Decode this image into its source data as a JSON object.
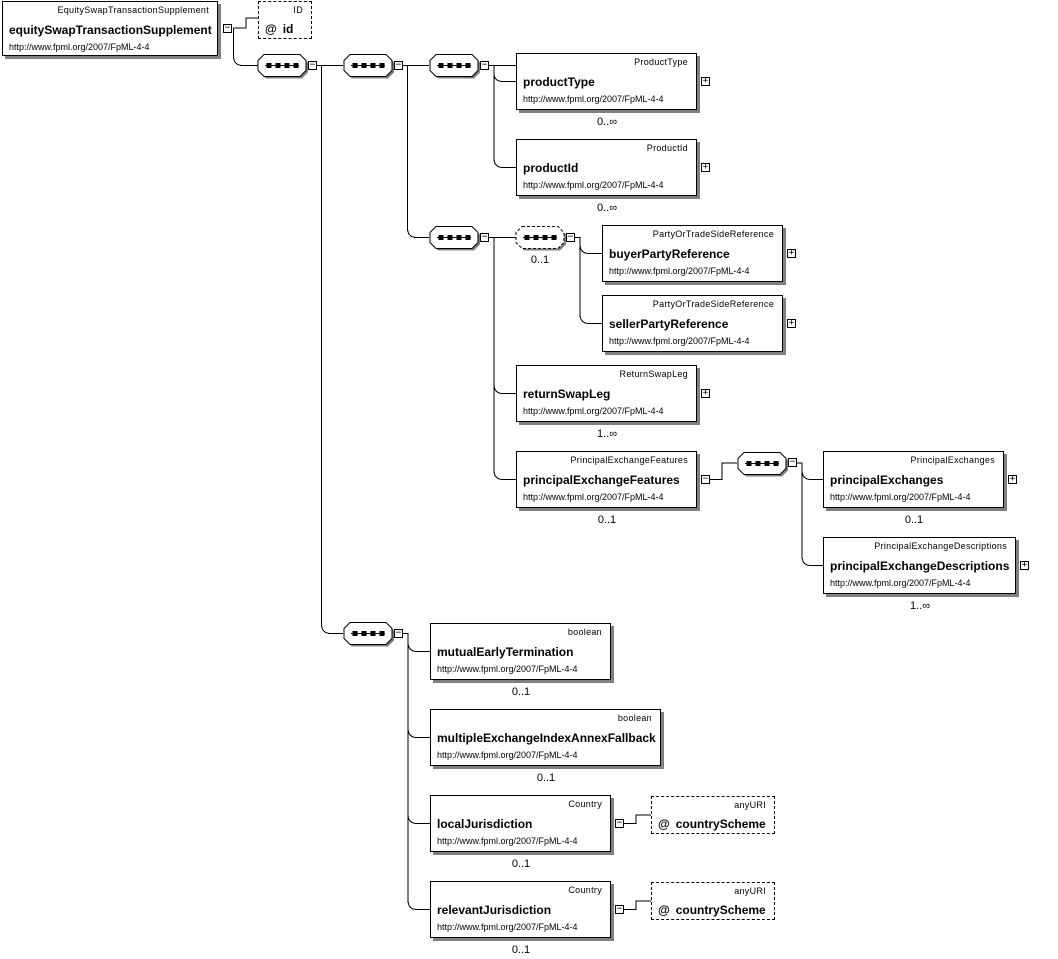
{
  "root": {
    "type": "EquitySwapTransactionSupplement",
    "name": "equitySwapTransactionSupplement",
    "namespace": "http://www.fpml.org/2007/FpML-4-4"
  },
  "attributes": {
    "id_attr": {
      "type": "ID",
      "symbol": "@",
      "name": "id"
    },
    "country_scheme_1": {
      "type": "anyURI",
      "symbol": "@",
      "name": "countryScheme"
    },
    "country_scheme_2": {
      "type": "anyURI",
      "symbol": "@",
      "name": "countryScheme"
    }
  },
  "elements": {
    "product_type": {
      "type": "ProductType",
      "name": "productType",
      "namespace": "http://www.fpml.org/2007/FpML-4-4",
      "cardinality": "0..∞"
    },
    "product_id": {
      "type": "ProductId",
      "name": "productId",
      "namespace": "http://www.fpml.org/2007/FpML-4-4",
      "cardinality": "0..∞"
    },
    "buyer_party_reference": {
      "type": "PartyOrTradeSideReference",
      "name": "buyerPartyReference",
      "namespace": "http://www.fpml.org/2007/FpML-4-4"
    },
    "seller_party_reference": {
      "type": "PartyOrTradeSideReference",
      "name": "sellerPartyReference",
      "namespace": "http://www.fpml.org/2007/FpML-4-4"
    },
    "return_swap_leg": {
      "type": "ReturnSwapLeg",
      "name": "returnSwapLeg",
      "namespace": "http://www.fpml.org/2007/FpML-4-4",
      "cardinality": "1..∞"
    },
    "principal_exchange_features": {
      "type": "PrincipalExchangeFeatures",
      "name": "principalExchangeFeatures",
      "namespace": "http://www.fpml.org/2007/FpML-4-4",
      "cardinality": "0..1"
    },
    "principal_exchanges": {
      "type": "PrincipalExchanges",
      "name": "principalExchanges",
      "namespace": "http://www.fpml.org/2007/FpML-4-4",
      "cardinality": "0..1"
    },
    "principal_exchange_descriptions": {
      "type": "PrincipalExchangeDescriptions",
      "name": "principalExchangeDescriptions",
      "namespace": "http://www.fpml.org/2007/FpML-4-4",
      "cardinality": "1..∞"
    },
    "mutual_early_termination": {
      "type": "boolean",
      "name": "mutualEarlyTermination",
      "namespace": "http://www.fpml.org/2007/FpML-4-4",
      "cardinality": "0..1"
    },
    "multiple_exchange_index_annex_fallback": {
      "type": "boolean",
      "name": "multipleExchangeIndexAnnexFallback",
      "namespace": "http://www.fpml.org/2007/FpML-4-4",
      "cardinality": "0..1"
    },
    "local_jurisdiction": {
      "type": "Country",
      "name": "localJurisdiction",
      "namespace": "http://www.fpml.org/2007/FpML-4-4",
      "cardinality": "0..1"
    },
    "relevant_jurisdiction": {
      "type": "Country",
      "name": "relevantJurisdiction",
      "namespace": "http://www.fpml.org/2007/FpML-4-4",
      "cardinality": "0..1"
    }
  },
  "compositors": {
    "buyer_seller_sequence_cardinality": "0..1"
  },
  "toggles": {
    "expand": "+",
    "collapse": "−"
  }
}
